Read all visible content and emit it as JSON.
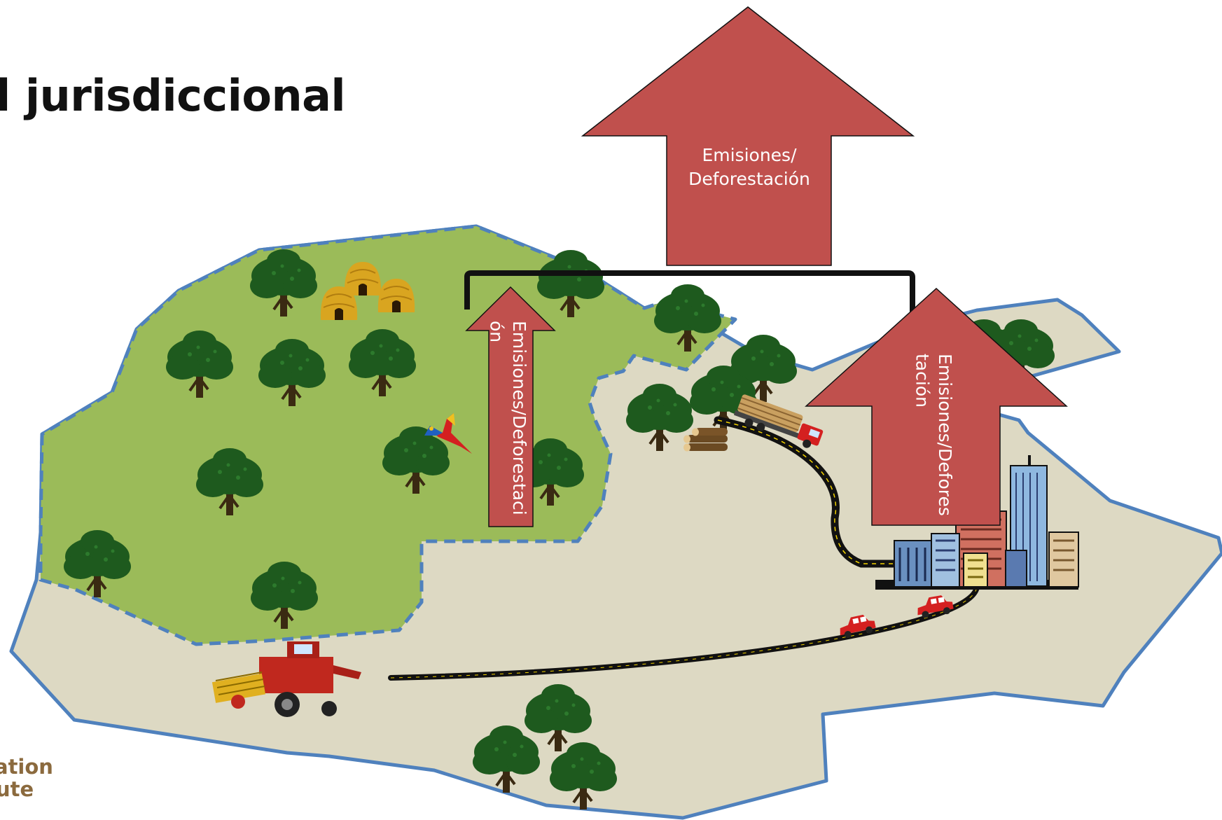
{
  "title": "l jurisdiccional",
  "arrows": {
    "top": {
      "line1": "Emisiones/",
      "line2": "Deforestación"
    },
    "middle": {
      "line1": "Emisiones/Deforestaci",
      "line2": "ón"
    },
    "right": {
      "line1": "Emisiones/Defores",
      "line2": "tación"
    }
  },
  "logo": {
    "line1": "ation",
    "line2": "ute"
  },
  "colors": {
    "arrow_fill": "#c0504d",
    "forest": "#9bbb59",
    "cleared_land": "#ddd9c3",
    "border": "#4f81bd",
    "tree": "#1e5a1e",
    "road": "#111111",
    "logo_text": "#8b6a3e"
  },
  "icons": [
    "tree-icon",
    "hut-icon",
    "parrot-icon",
    "log-truck-icon",
    "logs-icon",
    "city-skyline-icon",
    "car-icon",
    "combine-harvester-icon"
  ]
}
